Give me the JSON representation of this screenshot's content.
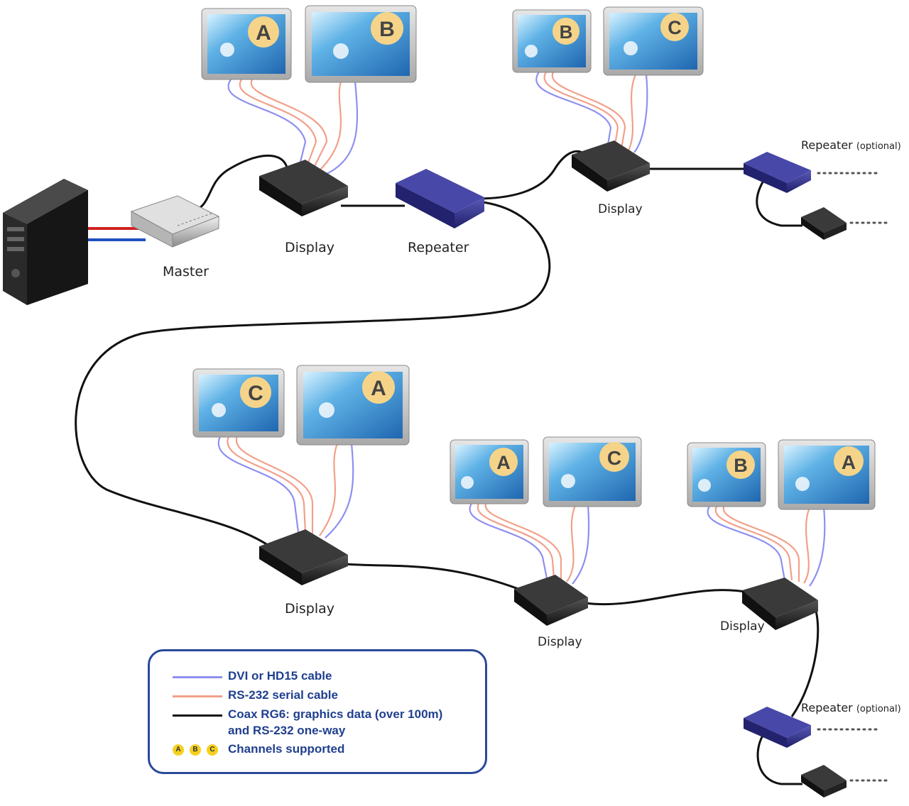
{
  "nodes": {
    "master": "Master",
    "display_1": "Display",
    "repeater_1": "Repeater",
    "display_2": "Display",
    "repeater_opt_1": "Repeater",
    "display_3": "Display",
    "display_4": "Display",
    "display_5": "Display",
    "repeater_opt_2": "Repeater",
    "optional": "(optional)"
  },
  "monitors": {
    "m1": "A",
    "m2": "B",
    "m3": "B",
    "m4": "C",
    "m5": "C",
    "m6": "A",
    "m7": "A",
    "m8": "C",
    "m9": "B",
    "m10": "A"
  },
  "legend": {
    "dvi": "DVI or HD15 cable",
    "rs232": "RS-232 serial cable",
    "coax_1": "Coax RG6: graphics data (over 100m)",
    "coax_2": "and RS-232 one-way",
    "channels": "Channels supported",
    "chan_a": "A",
    "chan_b": "B",
    "chan_c": "C"
  },
  "colors": {
    "dvi_cable": "#8f8ff0",
    "rs232_cable": "#f2a08a",
    "coax_cable": "#111111",
    "channel_badge": "#f5d48a",
    "legend_border": "#2a4a9a"
  }
}
